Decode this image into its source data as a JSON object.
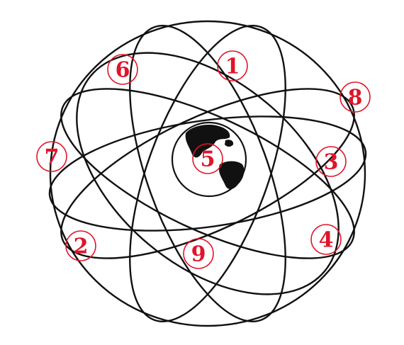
{
  "markers": [
    {
      "label": "1"
    },
    {
      "label": "6"
    },
    {
      "label": "8"
    },
    {
      "label": "7"
    },
    {
      "label": "5"
    },
    {
      "label": "3"
    },
    {
      "label": "2"
    },
    {
      "label": "9"
    },
    {
      "label": "4"
    }
  ],
  "colors": {
    "marker": "#e0142a",
    "lines": "#111111",
    "background": "#ffffff"
  }
}
